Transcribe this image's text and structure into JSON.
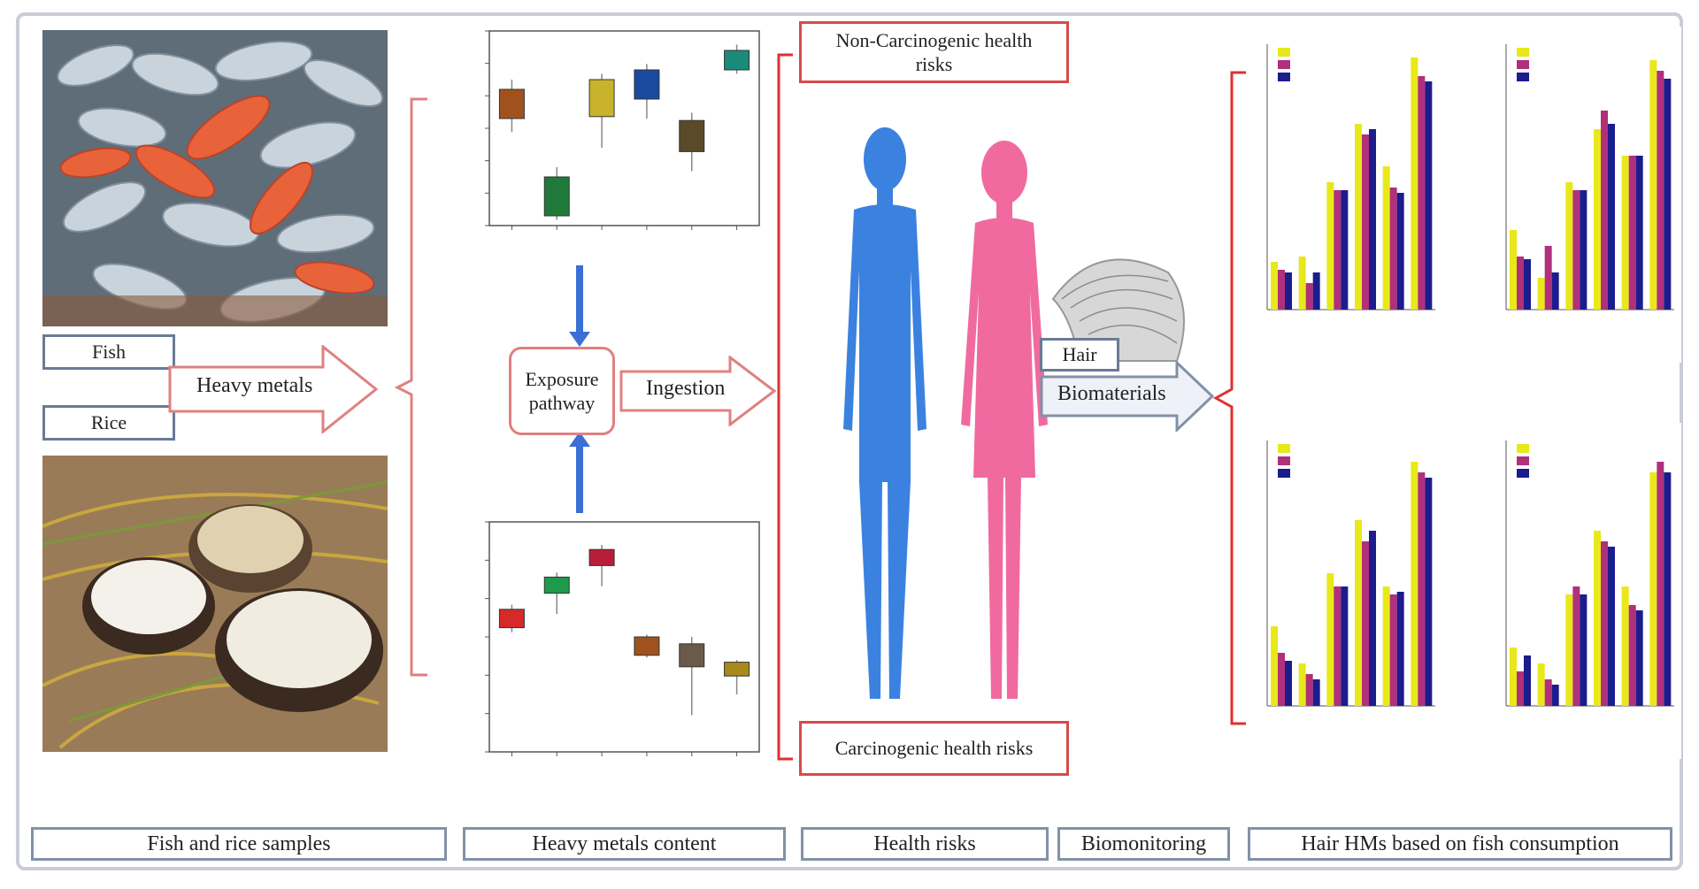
{
  "labels": {
    "fish": "Fish",
    "rice": "Rice",
    "heavy_metals": "Heavy metals",
    "exposure_pathway_line1": "Exposure",
    "exposure_pathway_line2": "pathway",
    "ingestion": "Ingestion",
    "non_carcinogenic_line1": "Non-Carcinogenic health",
    "non_carcinogenic_line2": "risks",
    "carcinogenic": "Carcinogenic health risks",
    "hair": "Hair",
    "biomaterials": "Biomaterials"
  },
  "bottom_bar": {
    "samples": "Fish and rice samples",
    "content": "Heavy metals content",
    "health": "Health risks",
    "biomonitoring": "Biomonitoring",
    "hair_hm": "Hair HMs based on fish consumption"
  },
  "colors": {
    "accent_red": "#d64a4a",
    "male": "#3b82e0",
    "female": "#f06aa0",
    "arrow_blue": "#3a6fd6",
    "bar_yellow": "#e8e81a",
    "bar_magenta": "#b0307c",
    "bar_navy": "#1c1c8c"
  },
  "icons": {
    "male_figure": "male-silhouette-icon",
    "female_figure": "female-silhouette-icon",
    "hair": "hair-icon"
  }
}
